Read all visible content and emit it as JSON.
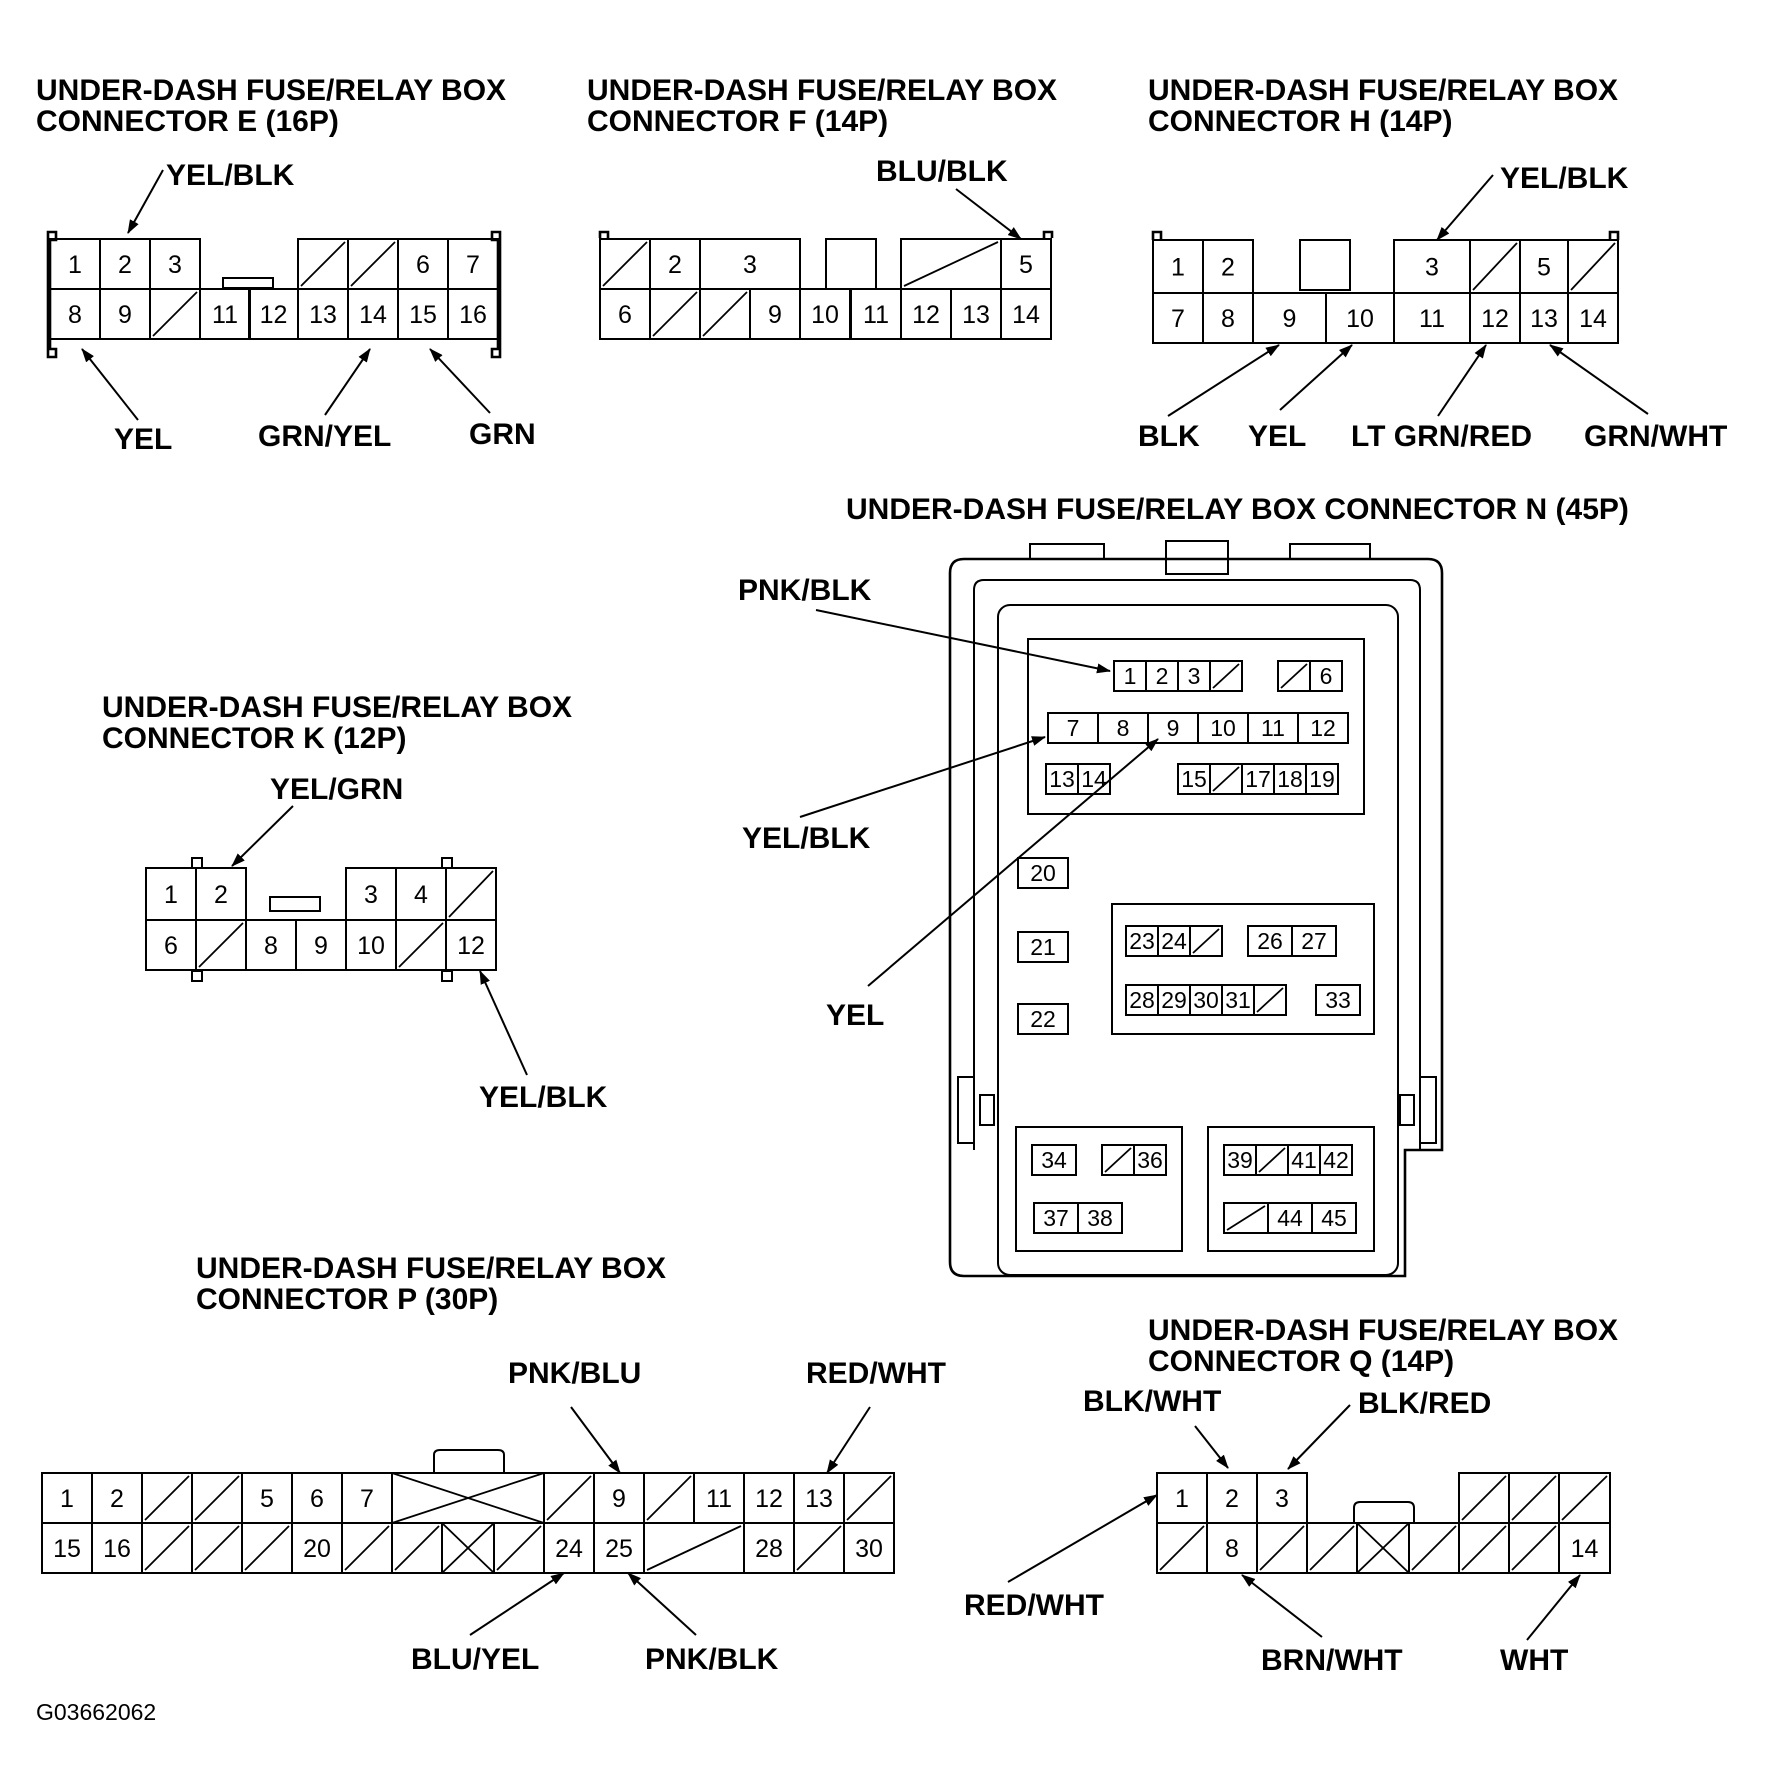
{
  "diagram_code": "G03662062",
  "connectors": {
    "E": {
      "title": [
        "UNDER-DASH FUSE/RELAY BOX",
        "CONNECTOR E (16P)"
      ],
      "top_row": [
        "1",
        "2",
        "3",
        "",
        "",
        "",
        "6",
        "7"
      ],
      "bottom_row": [
        "8",
        "9",
        "",
        "11",
        "12",
        "13",
        "14",
        "15",
        "16"
      ],
      "wires": [
        "YEL/BLK",
        "YEL",
        "GRN/YEL",
        "GRN"
      ]
    },
    "F": {
      "title": [
        "UNDER-DASH FUSE/RELAY BOX",
        "CONNECTOR F (14P)"
      ],
      "top_row": [
        "",
        "2",
        "3",
        "",
        "",
        "5"
      ],
      "bottom_row": [
        "6",
        "",
        "",
        "9",
        "10",
        "11",
        "12",
        "13",
        "14"
      ],
      "wires": [
        "BLU/BLK"
      ]
    },
    "H": {
      "title": [
        "UNDER-DASH FUSE/RELAY BOX",
        "CONNECTOR H (14P)"
      ],
      "top_row": [
        "1",
        "2",
        "",
        "3",
        "",
        "5",
        ""
      ],
      "bottom_row": [
        "7",
        "8",
        "9",
        "10",
        "11",
        "12",
        "13",
        "14"
      ],
      "wires": [
        "YEL/BLK",
        "BLK",
        "YEL",
        "LT GRN/RED",
        "GRN/WHT"
      ]
    },
    "K": {
      "title": [
        "UNDER-DASH FUSE/RELAY BOX",
        "CONNECTOR K (12P)"
      ],
      "top_row": [
        "1",
        "2",
        "3",
        "4",
        ""
      ],
      "bottom_row": [
        "6",
        "",
        "8",
        "9",
        "10",
        "",
        "12"
      ],
      "wires": [
        "YEL/GRN",
        "YEL/BLK"
      ]
    },
    "N": {
      "title": "UNDER-DASH FUSE/RELAY BOX CONNECTOR N (45P)",
      "pins": [
        "1",
        "2",
        "3",
        "6",
        "7",
        "8",
        "9",
        "10",
        "11",
        "12",
        "13",
        "14",
        "15",
        "17",
        "18",
        "19",
        "20",
        "21",
        "22",
        "23",
        "24",
        "26",
        "27",
        "28",
        "29",
        "30",
        "31",
        "33",
        "34",
        "36",
        "37",
        "38",
        "39",
        "41",
        "42",
        "44",
        "45"
      ],
      "wires": [
        "PNK/BLK",
        "YEL/BLK",
        "YEL"
      ]
    },
    "P": {
      "title": [
        "UNDER-DASH FUSE/RELAY BOX",
        "CONNECTOR P (30P)"
      ],
      "top_row": [
        "1",
        "2",
        "",
        "",
        "5",
        "6",
        "7",
        "",
        "",
        "9",
        "",
        "11",
        "12",
        "13",
        ""
      ],
      "bottom_row": [
        "15",
        "16",
        "",
        "",
        "",
        "20",
        "",
        "",
        "",
        "",
        "24",
        "25",
        "",
        "28",
        "",
        "30"
      ],
      "wires": [
        "PNK/BLU",
        "RED/WHT",
        "BLU/YEL",
        "PNK/BLK"
      ]
    },
    "Q": {
      "title": [
        "UNDER-DASH FUSE/RELAY BOX",
        "CONNECTOR Q (14P)"
      ],
      "top_row": [
        "1",
        "2",
        "3",
        "",
        "",
        ""
      ],
      "bottom_row": [
        "",
        "8",
        "",
        "",
        "",
        "",
        "",
        "",
        "14"
      ],
      "wires": [
        "BLK/WHT",
        "BLK/RED",
        "RED/WHT",
        "BRN/WHT",
        "WHT"
      ]
    }
  }
}
